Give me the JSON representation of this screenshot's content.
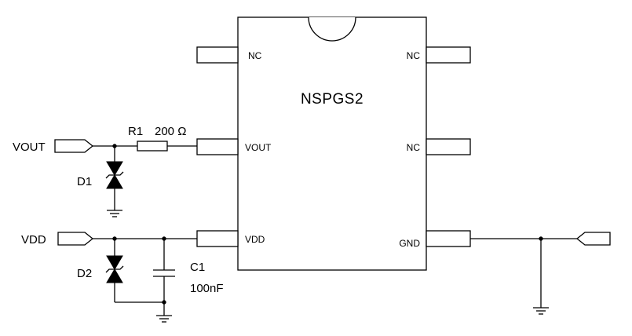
{
  "ic": {
    "name": "NSPGS2",
    "pins": {
      "left_top": "NC",
      "left_mid": "VOUT",
      "left_bot": "VDD",
      "right_top": "NC",
      "right_mid": "NC",
      "right_bot": "GND"
    }
  },
  "ports": {
    "vout": "VOUT",
    "vdd": "VDD"
  },
  "components": {
    "r1": {
      "ref": "R1",
      "value": "200 Ω"
    },
    "c1": {
      "ref": "C1",
      "value": "100nF"
    },
    "d1": {
      "ref": "D1"
    },
    "d2": {
      "ref": "D2"
    }
  },
  "icons": [
    "ground-icon",
    "tvs-diode-icon",
    "resistor-icon",
    "capacitor-icon",
    "port-connector-icon"
  ]
}
